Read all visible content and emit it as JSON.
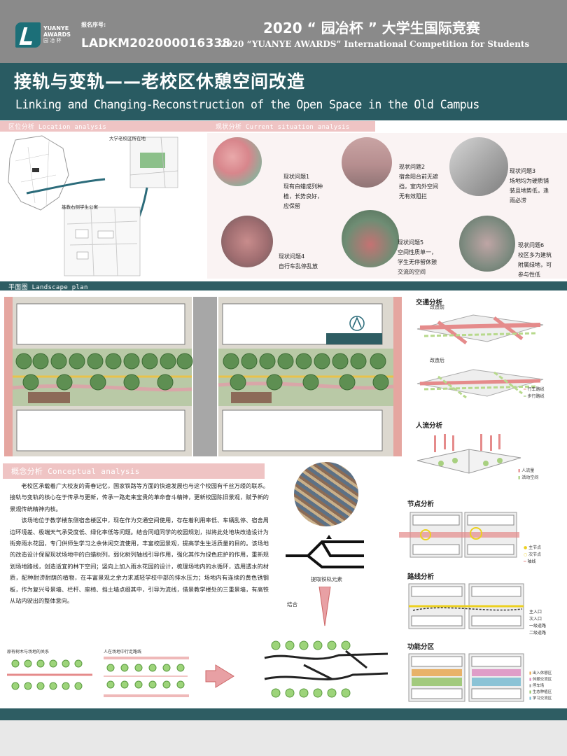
{
  "header": {
    "logo_line1": "YUANYE",
    "logo_line2": "AWARDS",
    "logo_line3": "园 冶 杯",
    "reg_label": "报名序号:",
    "reg_no": "LADKM202000016338",
    "comp_cn": "2020 “ 园冶杯 ” 大学生国际竞赛",
    "comp_en": "2020 “YUANYE AWARDS” International Competition for Students"
  },
  "title": {
    "cn": "接轨与变轨——老校区休憩空间改造",
    "en": "Linking and Changing-Reconstruction of the Open Space in the Old Campus"
  },
  "sections": {
    "location": "区位分析 Location analysis",
    "situation": "现状分析 Current situation analysis",
    "plan": "平面图 Landscape plan",
    "concept": "概念分析 Conceptual analysis"
  },
  "location": {
    "label_campus": "大学老校区所在地",
    "label_dorm": "基教右侧学生公寓"
  },
  "situation": {
    "items": [
      {
        "title": "现状问题1",
        "lines": [
          "现有白蜡成列种",
          "植，长势良好，",
          "应保留"
        ]
      },
      {
        "title": "现状问题2",
        "lines": [
          "宿舍阳台前无遮",
          "挡，室内外空间",
          "无有效阻拦"
        ]
      },
      {
        "title": "现状问题3",
        "lines": [
          "场地均为硬质铺",
          "装且地势低，逢",
          "雨必涝"
        ]
      },
      {
        "title": "现状问题4",
        "lines": [
          "自行车乱停乱放"
        ]
      },
      {
        "title": "现状问题5",
        "lines": [
          "空间性质单一，",
          "学生无停留休憩",
          "交流的空间"
        ]
      },
      {
        "title": "现状问题6",
        "lines": [
          "校区多为建筑",
          "附属绿地，可",
          "参与性低"
        ]
      }
    ]
  },
  "analysis": {
    "traffic": "交通分析",
    "before": "改造前",
    "after": "改造后",
    "legend_car": "行车路线",
    "legend_walk": "步行路线",
    "crowd": "人流分析",
    "crowd_legend1": "人流量",
    "crowd_legend2": "活动空间",
    "node": "节点分析",
    "node_legend1": "主节点",
    "node_legend2": "次节点",
    "node_legend3": "轴线",
    "route": "路线分析",
    "route_legend1": "主入口",
    "route_legend2": "次入口",
    "route_legend3": "一级道路",
    "route_legend4": "二级道路",
    "func": "功能分区",
    "func_legend": [
      "出入休憩区",
      "休憩交流区",
      "停车场",
      "生态种植区",
      "学习交流区"
    ]
  },
  "concept": {
    "para1": "老校区承载着广大校友的青春记忆，国家铁路等方面的快速发展也与这个校园有千丝万缕的联系。接轨与变轨的核心在于传承与更新，传承一路走来宝贵的革命奋斗精神，更新校园陈旧景观，赋予新的景观传统精神内核。",
    "para2": "该场地位于教学楼东侧宿舍楼区中，现在作为交通空间使用，存在着利用率低、车辆乱停、宿舍周边环境差、极端天气承受度低、绿化率低等问题。结合同组同学的校园规划，拟将此处地块改造设计为街旁雨水花园，专门供师生学习之余休闲交流使用，丰富校园景观，提高学生生活质量的目的。该场地的改造设计保留现状场地中的白蜡树列，弱化树列轴线引导作用，强化其作为绿色庇护的作用，重新规划场地路线，创造适宜的林下空间；竖向上加入雨水花园的设计，梳理场地内的水循环，选用透水的材质，配种耐涝耐荫的植物，在丰富景观之余力求减轻学校中部的排水压力；场地内有连续的黄色锈钢板，作为复兴号景墙、栏杆、座椅、挡土墙点缀其中，引导为流线，借景教学楼处的三重景墙，有高铁从站内驶出的整体意向。",
    "extract": "提取铁轨元素",
    "combine": "结合",
    "trees_caption": "原有树木与场地的关系",
    "walk_caption": "人在场地中行走路线"
  }
}
